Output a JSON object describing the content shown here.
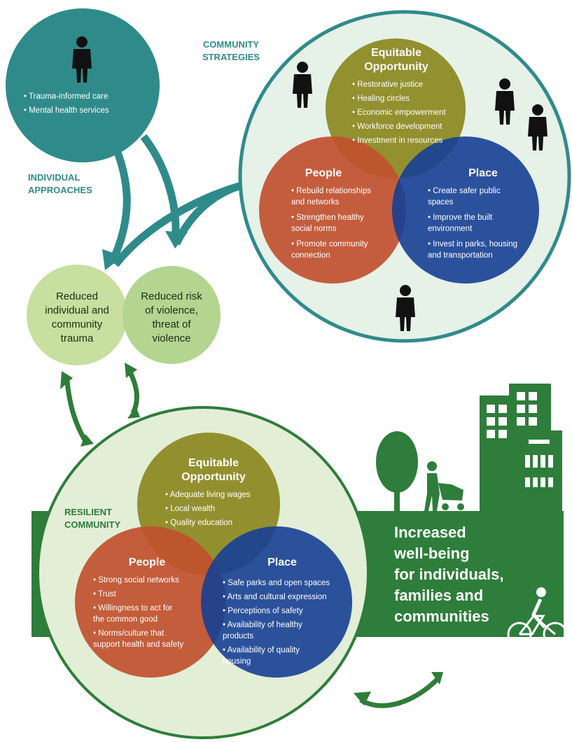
{
  "colors": {
    "teal": "#2f8b8a",
    "olive": "#8d8a25",
    "rust": "#c1502e",
    "navy": "#163f95",
    "forest_green": "#2e7d3a",
    "light_green": "#c7df9f",
    "pale_green": "#e3eed7"
  },
  "individual": {
    "bullets": [
      "• Trauma-informed care",
      "• Mental health services"
    ],
    "label_lines": [
      "INDIVIDUAL",
      "APPROACHES"
    ]
  },
  "community": {
    "label_lines": [
      "COMMUNITY",
      "STRATEGIES"
    ],
    "opportunity": {
      "heading": [
        "Equitable",
        "Opportunity"
      ],
      "items": [
        "• Restorative justice",
        "• Healing circles",
        "• Economic empowerment",
        "• Workforce development",
        "• Investment in resources"
      ]
    },
    "people": {
      "heading": "People",
      "lines": [
        "• Rebuild relationships",
        "  and networks",
        "• Strengthen healthy",
        "  social norms",
        "• Promote community",
        "  connection"
      ]
    },
    "place": {
      "heading": "Place",
      "lines": [
        "• Create safer public",
        "  spaces",
        "• Improve the built",
        "  environment",
        "• Invest in parks, housing",
        "  and transportation"
      ]
    }
  },
  "outcomes": {
    "trauma": [
      "Reduced",
      "individual and",
      "community",
      "trauma"
    ],
    "violence": [
      "Reduced risk",
      "of violence,",
      "threat of",
      "violence"
    ]
  },
  "resilient": {
    "label_lines": [
      "RESILIENT",
      "COMMUNITY"
    ],
    "opportunity": {
      "heading": [
        "Equitable",
        "Opportunity"
      ],
      "items": [
        "• Adequate living wages",
        "• Local wealth",
        "• Quality education"
      ]
    },
    "people": {
      "heading": "People",
      "lines": [
        "• Strong social networks",
        "• Trust",
        "• Willingness to act for",
        "  the common good",
        "• Norms/culture that",
        "  support health and safety"
      ]
    },
    "place": {
      "heading": "Place",
      "lines": [
        "• Safe parks and open spaces",
        "• Arts and cultural expression",
        "• Perceptions of safety",
        "• Availability of healthy",
        "  products",
        "• Availability of quality",
        "  housing"
      ]
    }
  },
  "wellbeing": [
    "Increased",
    "well-being",
    "for individuals,",
    "families and",
    "communities"
  ]
}
